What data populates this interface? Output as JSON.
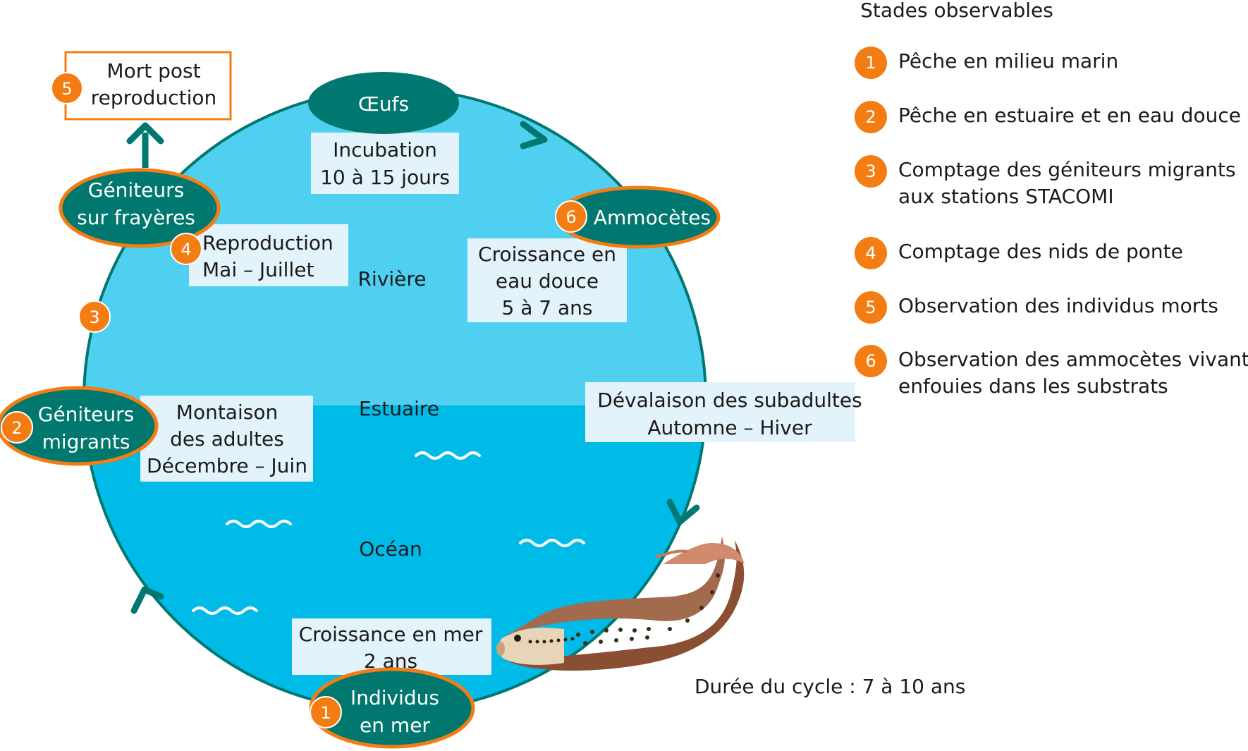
{
  "zones": {
    "riviere": "Rivière",
    "estuaire": "Estuaire",
    "ocean": "Océan"
  },
  "stages": {
    "oeufs": "Œufs",
    "ammocetes": "Ammocètes",
    "geniteurs_frayeres": [
      "Géniteurs",
      "sur frayères"
    ],
    "geniteurs_migrants": [
      "Géniteurs",
      "migrants"
    ],
    "individus_mer": [
      "Individus",
      "en mer"
    ],
    "mort": [
      "Mort post",
      "reproduction"
    ]
  },
  "boxes": {
    "incubation": [
      "Incubation",
      "10 à 15 jours"
    ],
    "croissance_eau_douce": [
      "Croissance en",
      "eau douce",
      "5 à 7 ans"
    ],
    "reproduction": [
      "Reproduction",
      "Mai – Juillet"
    ],
    "montaison": [
      "Montaison",
      "des adultes",
      "Décembre – Juin"
    ],
    "devalaison": [
      "Dévalaison des subadultes",
      "Automne – Hiver"
    ],
    "croissance_mer": [
      "Croissance en mer",
      "2 ans"
    ]
  },
  "badges": {
    "ammocetes": "6",
    "reproduction": "4",
    "mort": "5",
    "side": "3",
    "migrants": "2",
    "individus": "1"
  },
  "legend": {
    "title": "Stades observables",
    "items": [
      {
        "number": "1",
        "text": "Pêche en milieu marin"
      },
      {
        "number": "2",
        "text": "Pêche en estuaire et en eau douce"
      },
      {
        "number": "3",
        "text": "Comptage des géniteurs migrants\naux stations STACOMI"
      },
      {
        "number": "4",
        "text": "Comptage des nids de ponte"
      },
      {
        "number": "5",
        "text": "Observation des individus morts"
      },
      {
        "number": "6",
        "text": "Observation des ammocètes vivant\nenfouies dans les substrats"
      }
    ]
  },
  "duration": "Durée du cycle : 7 à 10 ans",
  "colors": {
    "river": "#4fd0f0",
    "ocean": "#00bbe8",
    "teal": "#00776f",
    "orange": "#f47d13",
    "box": "#e2f3fb"
  }
}
